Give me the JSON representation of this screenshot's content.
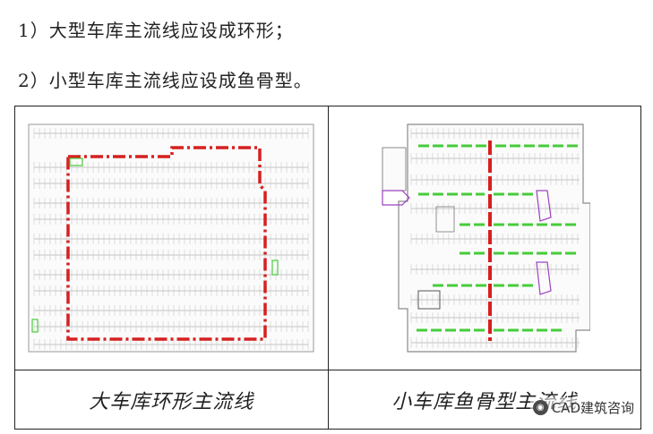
{
  "lines": {
    "line1": "1）大型车库主流线应设成环形；",
    "line2": "2）小型车库主流线应设成鱼骨型。"
  },
  "captions": {
    "left": "大车库环形主流线",
    "right": "小车库鱼骨型主流线"
  },
  "watermark": {
    "text": "CAD建筑咨询"
  },
  "colors": {
    "loop_line": "#d62020",
    "branch_line": "#46cc3a",
    "plan_line": "#8a8a8a",
    "ramp_line": "#9b42c0"
  }
}
